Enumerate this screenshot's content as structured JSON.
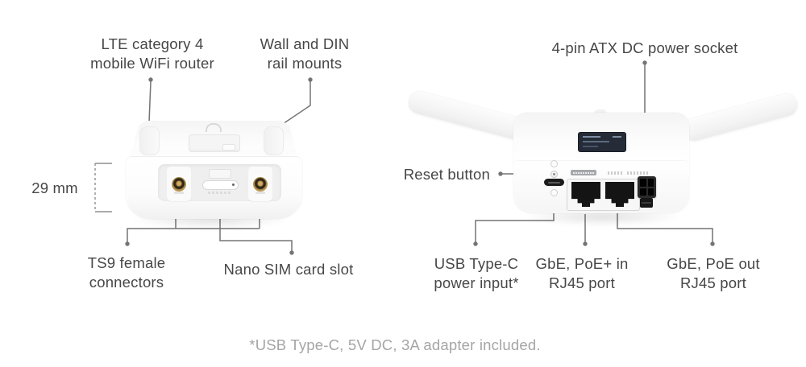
{
  "diagram": {
    "footnote": "*USB Type-C, 5V DC, 3A adapter included.",
    "left_view": {
      "router_label": {
        "line1": "LTE category 4",
        "line2": "mobile WiFi router"
      },
      "mounts_label": {
        "line1": "Wall and DIN",
        "line2": "rail mounts"
      },
      "height_label": "29 mm",
      "ts9_label": {
        "line1": "TS9 female",
        "line2": "connectors"
      },
      "sim_label": "Nano SIM card slot"
    },
    "right_view": {
      "atx_label": "4-pin ATX DC power socket",
      "reset_label": "Reset button",
      "usb_label": {
        "line1": "USB Type-C",
        "line2": "power input*"
      },
      "poe_in_label": {
        "line1": "GbE, PoE+ in",
        "line2": "RJ45 port"
      },
      "poe_out_label": {
        "line1": "GbE, PoE out",
        "line2": "RJ45 port"
      }
    },
    "colors": {
      "label_text": "#474747",
      "footnote_text": "#a5a5a5",
      "leader_line": "#747474",
      "ts9_gold": "#b28e52",
      "lcd_background": "#252c38",
      "port_black": "#141414"
    }
  }
}
